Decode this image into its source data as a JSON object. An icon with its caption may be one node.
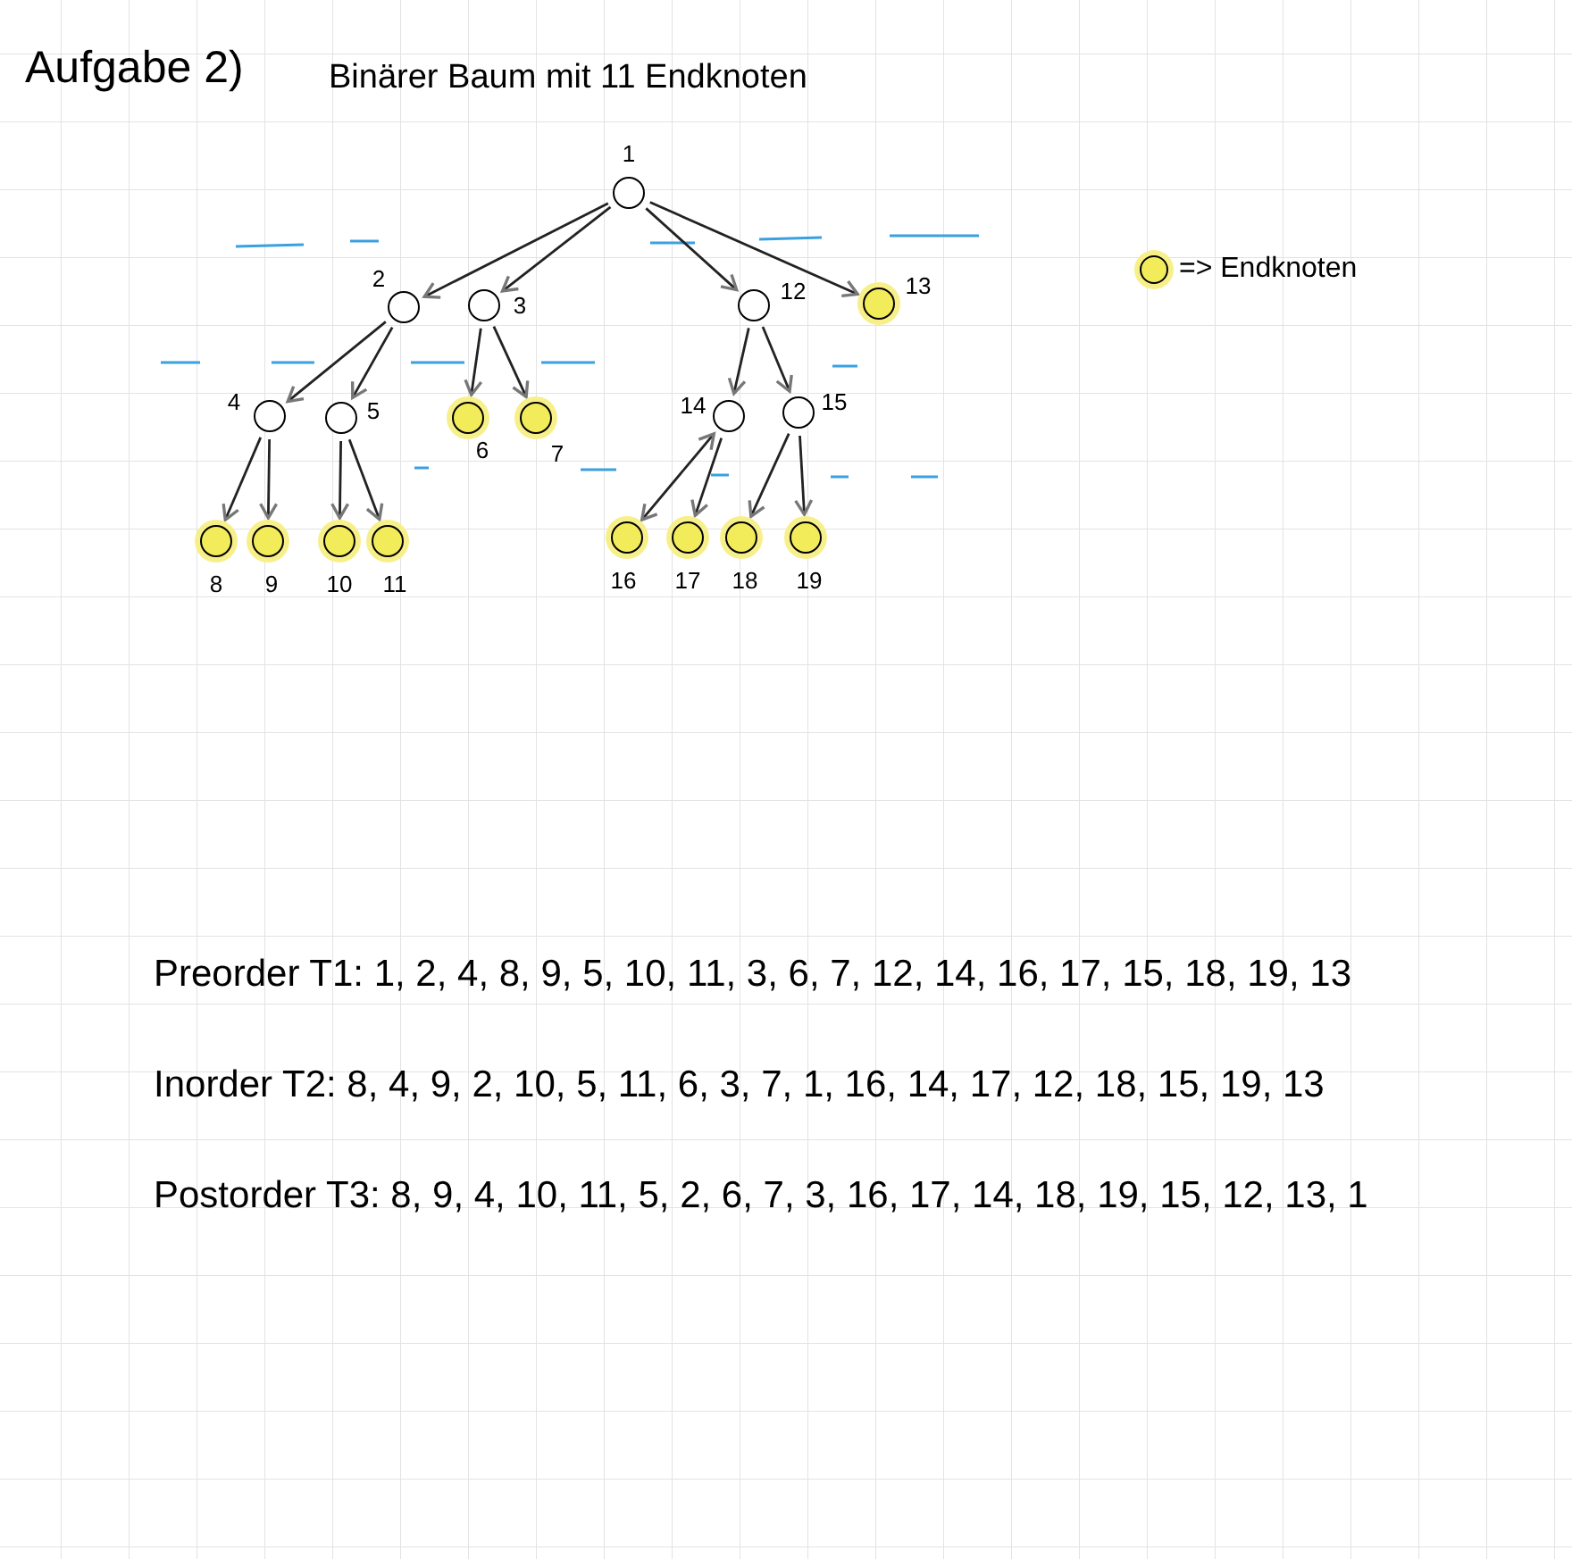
{
  "diagram": {
    "title": "Binärer Baum mit 11 Endknoten",
    "nodes": [
      {
        "text": [],
        "shape": "circle",
        "beside": [
          "1"
        ]
      },
      {
        "text": [],
        "shape": "circle",
        "beside": [
          "2"
        ]
      },
      {
        "text": [],
        "shape": "circle",
        "beside": [
          "3"
        ]
      },
      {
        "text": [],
        "shape": "circle",
        "beside": [
          "12"
        ]
      },
      {
        "text": [],
        "shape": "circle",
        "beside": [
          "13"
        ]
      },
      {
        "text": [],
        "shape": "circle",
        "beside": [
          "4"
        ]
      },
      {
        "text": [],
        "shape": "circle",
        "beside": [
          "5"
        ]
      },
      {
        "text": [],
        "shape": "circle",
        "beside": [
          "6"
        ]
      },
      {
        "text": [],
        "shape": "circle",
        "beside": [
          "7"
        ]
      },
      {
        "text": [],
        "shape": "circle",
        "beside": [
          "14"
        ]
      },
      {
        "text": [],
        "shape": "circle",
        "beside": [
          "15"
        ]
      },
      {
        "text": [],
        "shape": "circle",
        "beside": [
          "8"
        ]
      },
      {
        "text": [],
        "shape": "circle",
        "beside": [
          "9"
        ]
      },
      {
        "text": [],
        "shape": "circle",
        "beside": [
          "10"
        ]
      },
      {
        "text": [],
        "shape": "circle",
        "beside": [
          "11"
        ]
      },
      {
        "text": [],
        "shape": "circle",
        "beside": [
          "16"
        ]
      },
      {
        "text": [],
        "shape": "circle",
        "beside": [
          "17"
        ]
      },
      {
        "text": [],
        "shape": "circle",
        "beside": [
          "18"
        ]
      },
      {
        "text": [],
        "shape": "circle",
        "beside": [
          "19"
        ]
      }
    ],
    "edges": [
      {
        "from": 0,
        "to": 1,
        "arrow": "to"
      },
      {
        "from": 0,
        "to": 2,
        "arrow": "to"
      },
      {
        "from": 0,
        "to": 3,
        "arrow": "to"
      },
      {
        "from": 0,
        "to": 4,
        "arrow": "to"
      },
      {
        "from": 1,
        "to": 5,
        "arrow": "to"
      },
      {
        "from": 1,
        "to": 6,
        "arrow": "to"
      },
      {
        "from": 2,
        "to": 7,
        "arrow": "to"
      },
      {
        "from": 2,
        "to": 8,
        "arrow": "to"
      },
      {
        "from": 3,
        "to": 9,
        "arrow": "to"
      },
      {
        "from": 3,
        "to": 10,
        "arrow": "to"
      },
      {
        "from": 5,
        "to": 11,
        "arrow": "to"
      },
      {
        "from": 5,
        "to": 12,
        "arrow": "to"
      },
      {
        "from": 6,
        "to": 13,
        "arrow": "to"
      },
      {
        "from": 6,
        "to": 14,
        "arrow": "to"
      },
      {
        "from": 9,
        "to": 15,
        "arrow": "both"
      },
      {
        "from": 9,
        "to": 16,
        "arrow": "to"
      },
      {
        "from": 10,
        "to": 17,
        "arrow": "to"
      },
      {
        "from": 10,
        "to": 18,
        "arrow": "to"
      }
    ],
    "labels": [
      "Aufgabe 2)",
      "Preorder T1: 1, 2, 4, 8, 9, 5, 10, 11, 3, 6, 7, 12, 14, 16, 17, 15, 18, 19, 13",
      "Inorder T2: 8, 4, 9, 2, 10, 5, 11, 6, 3, 7, 1, 16, 14, 17, 12, 18, 15, 19, 13",
      "Postorder T3: 8, 9, 4, 10, 11, 5, 2, 6, 7, 3, 16, 17, 14, 18, 19, 15, 12, 13, 1"
    ],
    "legend": [
      {
        "text": "=> Endknoten"
      }
    ]
  }
}
